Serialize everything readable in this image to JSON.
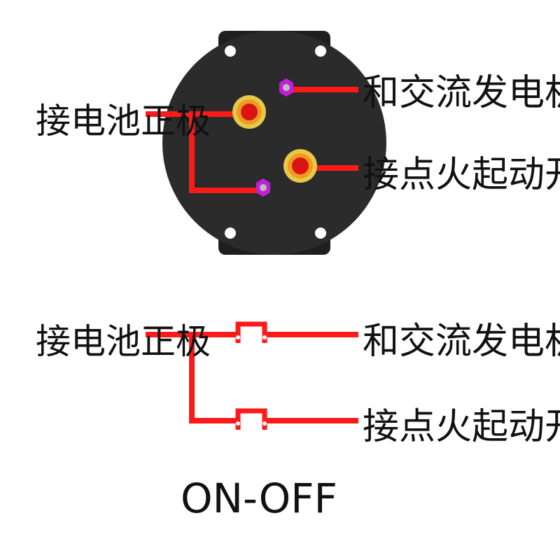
{
  "colors": {
    "wire": "#ff1a1a",
    "switch_body": "#1f1f1f",
    "switch_face": "#2b2b2b",
    "mount_hole": "#ffffff",
    "large_terminal_outer": "#e6c84a",
    "large_terminal_mid": "#f09a1e",
    "large_terminal_core": "#d81414",
    "small_terminal": "#c21ed6",
    "small_terminal_core": "#bdbdbd"
  },
  "top_diagram": {
    "left_label": "接电池正极",
    "right_top_label": "和交流发电机连接",
    "right_bottom_label": "接点火起动开关"
  },
  "bottom_diagram": {
    "left_label": "接电池正极",
    "right_top_label": "和交流发电机连接",
    "right_bottom_label": "接点火起动开关",
    "caption": "ON-OFF"
  }
}
